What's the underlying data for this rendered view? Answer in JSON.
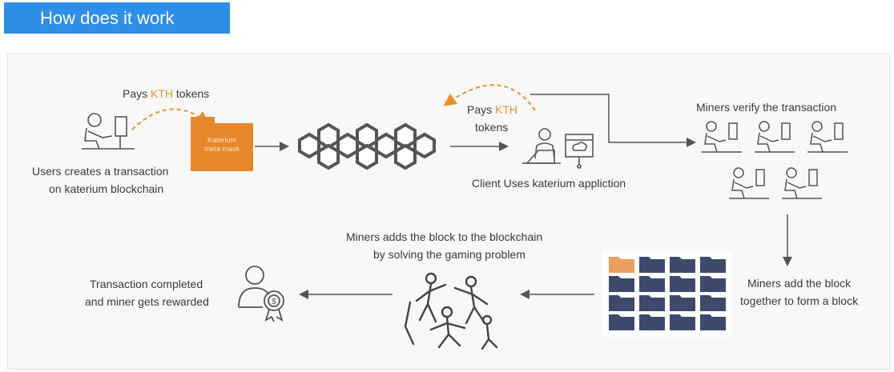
{
  "header": {
    "title": "How does it work"
  },
  "labels": {
    "pays_left_pre": "Pays ",
    "pays_left_kth": "KTH",
    "pays_left_post": " tokens",
    "users_line1": "Users creates a transaction",
    "users_line2": "on katerium blockchain",
    "metamask_line1": "Katerium",
    "metamask_line2": "meta mask",
    "pays_right_pre": "Pays ",
    "pays_right_kth": "KTH",
    "pays_right_line2": "tokens",
    "client": "Client Uses katerium appliction",
    "miners_verify": "Miners verify the transaction",
    "miners_add_line1": "Miners add the block",
    "miners_add_line2": "together to form a block",
    "miners_chain_line1": "Miners adds the block to the blockchain",
    "miners_chain_line2": "by solving the gaming problem",
    "completed_line1": "Transaction completed",
    "completed_line2": "and miner gets rewarded"
  },
  "colors": {
    "header_bg": "#2f8ee6",
    "accent": "#e8922d",
    "icon_gray": "#555555",
    "folder_navy": "#3d4a6b",
    "folder_orange": "#e8a060"
  },
  "icons": [
    "user-desk-icon",
    "metamask-folder-icon",
    "blockchain-cubes-icon",
    "client-laptop-icon",
    "miner-desk-icon",
    "block-folders-icon",
    "team-puzzle-icon",
    "reward-user-icon"
  ]
}
